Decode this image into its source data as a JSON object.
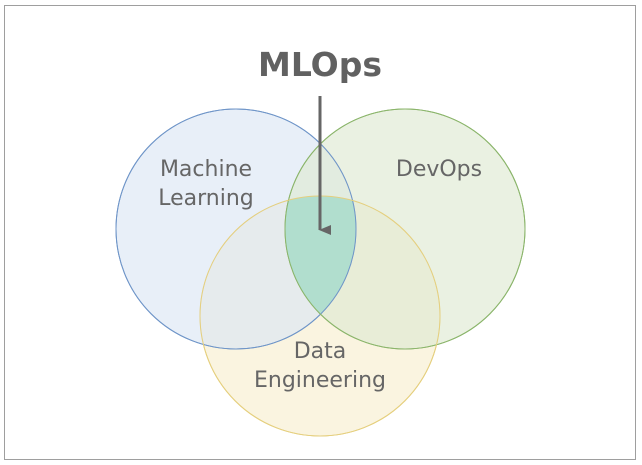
{
  "diagram": {
    "title": "MLOps",
    "circles": [
      {
        "id": "ml",
        "label_lines": [
          "Machine",
          "Learning"
        ],
        "fill": "#dbe6f4",
        "stroke": "#6f95c8"
      },
      {
        "id": "devops",
        "label_lines": [
          "DevOps"
        ],
        "fill": "#dfead3",
        "stroke": "#8bb56b"
      },
      {
        "id": "de",
        "label_lines": [
          "Data",
          "Engineering"
        ],
        "fill": "#f8f0d6",
        "stroke": "#e5cf7e"
      }
    ],
    "center_fill": "#a8dccb",
    "arrow_color": "#666666"
  }
}
